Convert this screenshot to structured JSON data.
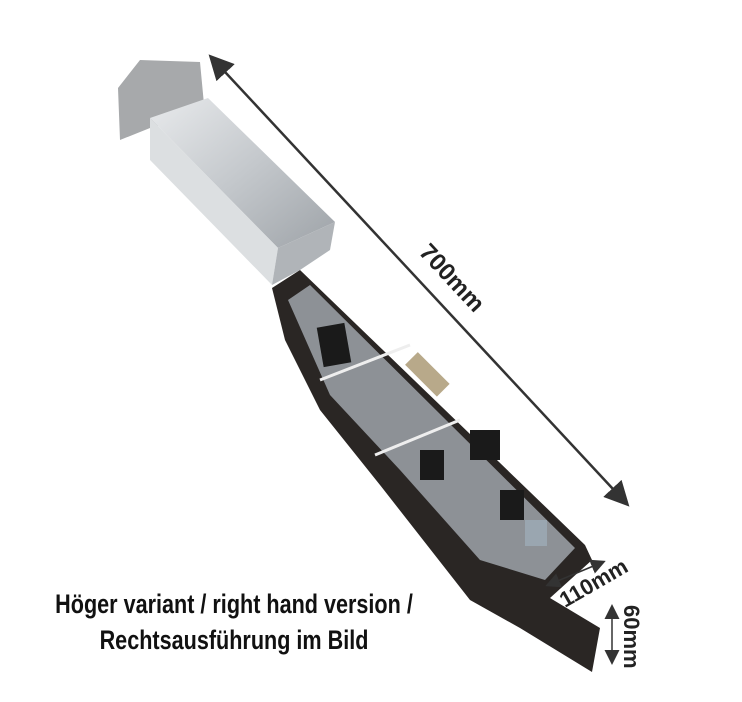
{
  "caption": {
    "line1": "Höger variant / right hand version /",
    "line2": "Rechtsausführung im Bild"
  },
  "dimensions": {
    "length": "700mm",
    "width": "110mm",
    "height": "60mm"
  },
  "colors": {
    "rail": "#2a2624",
    "housing": "#c9cccf",
    "annotation": "#333333"
  }
}
